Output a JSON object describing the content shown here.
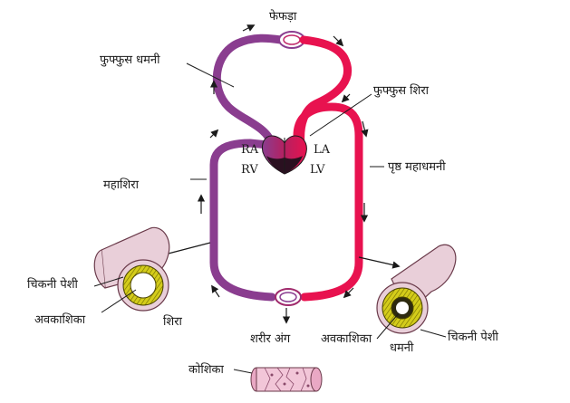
{
  "labels": {
    "lungs": "फेफड़ा",
    "pulmonary_artery": "फुफ्फुस धमनी",
    "pulmonary_vein": "फुफ्फुस शिरा",
    "ra": "RA",
    "la": "LA",
    "rv": "RV",
    "lv": "LV",
    "aorta": "पृष्ठ महाधमनी",
    "vena_cava": "महाशिरा",
    "smooth_muscle_left": "चिकनी पेशी",
    "lumen_left": "अवकाशिका",
    "vein": "शिरा",
    "body_organs": "शरीर अंग",
    "lumen_right": "अवकाशिका",
    "artery": "धमनी",
    "smooth_muscle_right": "चिकनी पेशी",
    "cells": "कोशिका"
  },
  "colors": {
    "deoxygenated": "#8a3d8f",
    "oxygenated": "#e8124f",
    "heart_dark": "#2a1020",
    "vessel_tube": "#e9cfd9",
    "muscle_ring": "#c8c000"
  }
}
